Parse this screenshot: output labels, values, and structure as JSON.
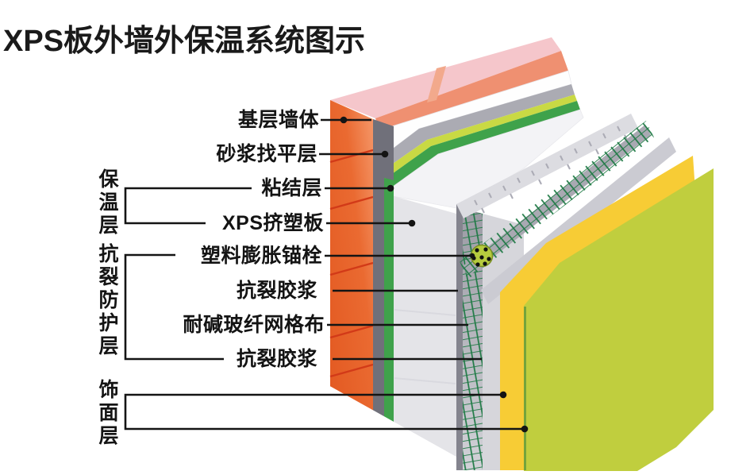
{
  "title": "XPS板外墙外保温系统图示",
  "groups": [
    {
      "label": "保温层"
    },
    {
      "label": "抗裂防护层"
    },
    {
      "label": "饰面层"
    }
  ],
  "callouts": [
    {
      "label": "基层墙体"
    },
    {
      "label": "砂浆找平层"
    },
    {
      "label": "粘结层"
    },
    {
      "label": "XPS挤塑板"
    },
    {
      "label": "塑料膨胀锚栓"
    },
    {
      "label": "抗裂胶浆"
    },
    {
      "label": "耐碱玻纤网格布"
    },
    {
      "label": "抗裂胶浆"
    }
  ],
  "colors": {
    "base_wall_orange": "#E8622A",
    "base_wall_orange_light": "#F5996B",
    "brick_joint_red": "#D23A18",
    "top_slab_pink": "#F5C6CB",
    "top_slab_salmon": "#EF9071",
    "top_slab_joint": "#F2A98C",
    "mortar_leveling_white": "#FEFEFE",
    "leveling_gray_band": "#ABABB3",
    "bonding_yellow_green": "#C9D944",
    "bonding_green": "#3FA24B",
    "section_dark_gray": "#70707A",
    "xps_face_gray": "#E4E4E8",
    "xps_top_gray": "#F3F3F6",
    "crack_mortar_speckle_gray": "#DCDCE1",
    "mesh_backing_gray": "#A9A9B2",
    "mesh_grid_green": "#1F7A45",
    "crack_mortar_gray": "#CBCBD2",
    "finish_yellow": "#F7CC35",
    "finish_chartreuse": "#C0CE3E",
    "finish_edge_green": "#74A43C",
    "anchor_face_green": "#B6CB3E",
    "callout_line_black": "#141414"
  }
}
